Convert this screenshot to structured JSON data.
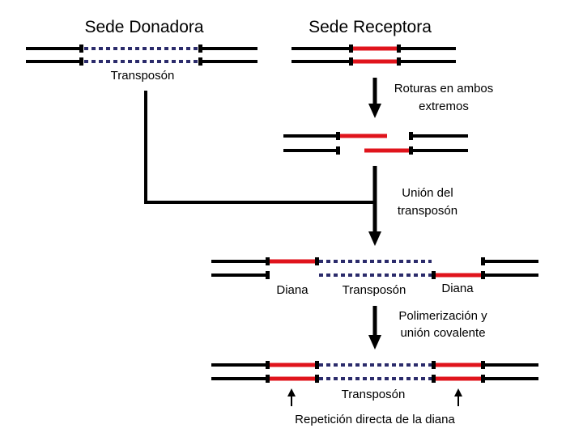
{
  "colors": {
    "dna": "#000000",
    "target": "#e0141c",
    "transposon": "#2b2b6b",
    "cap": "#000000"
  },
  "titles": {
    "donor_site": "Sede Donadora",
    "recipient_site": "Sede Receptora"
  },
  "labels": {
    "donor_transposon": "Transposón",
    "step1": [
      "Roturas en ambos",
      "extremos"
    ],
    "step2": [
      "Unión del",
      "transposón"
    ],
    "step3": [
      "Polimerización y",
      "unión covalente"
    ],
    "target_left": "Diana",
    "target_right": "Diana",
    "mid_transposon": "Transposón",
    "final_transposon": "Transposón",
    "direct_repeat": "Repetición directa de la diana"
  }
}
